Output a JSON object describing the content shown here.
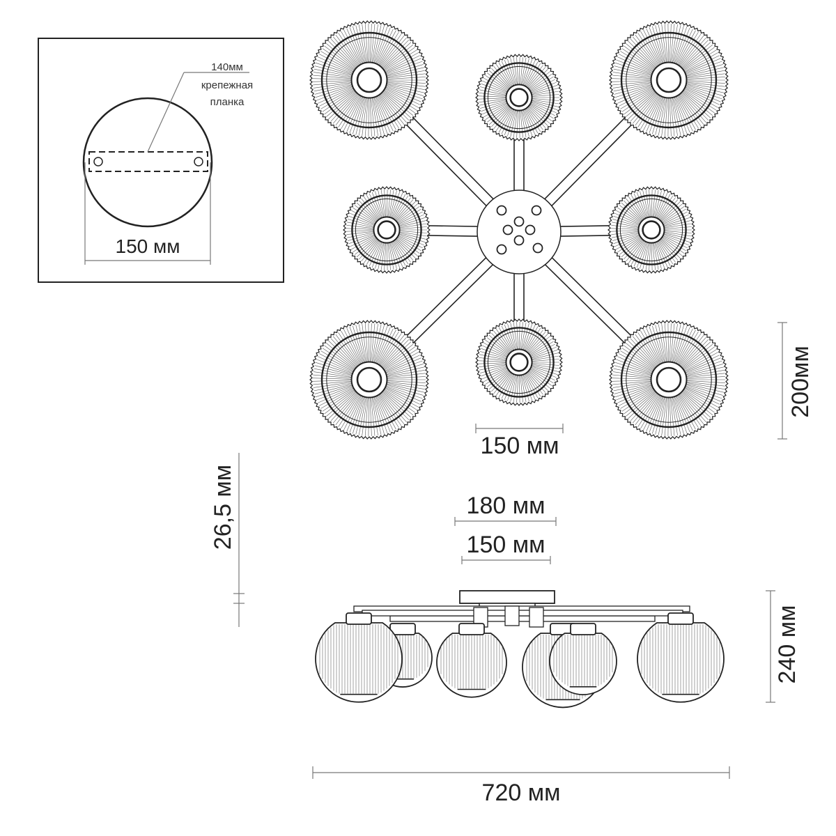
{
  "inset": {
    "plate_dim": "140мм",
    "plate_note_line1": "крепежная",
    "plate_note_line2": "планка",
    "base_width": "150 мм"
  },
  "top_view": {
    "small_shade_width": "150 мм",
    "big_shade_width": "200мм"
  },
  "side_view": {
    "canopy_width": "180 мм",
    "plate_width": "150 мм",
    "canopy_height": "26,5 мм",
    "total_height": "240 мм",
    "total_width": "720 мм"
  },
  "colors": {
    "line": "#222222",
    "dim_line": "#777777",
    "background": "#ffffff"
  }
}
